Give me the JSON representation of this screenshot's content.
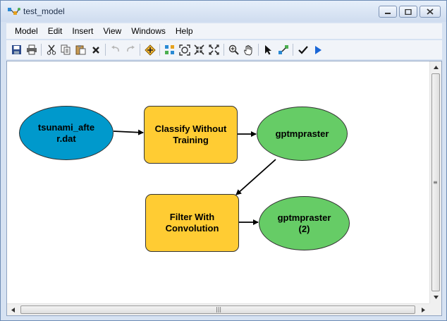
{
  "window": {
    "title": "test_model",
    "controls": [
      "minimize",
      "maximize",
      "close"
    ]
  },
  "menu": [
    "Model",
    "Edit",
    "Insert",
    "View",
    "Windows",
    "Help"
  ],
  "toolbar": {
    "icons": [
      "save-icon",
      "print-icon",
      "cut-icon",
      "copy-icon",
      "paste-icon",
      "delete-icon",
      "undo-icon",
      "redo-icon",
      "add-data-icon",
      "auto-layout-icon",
      "full-extent-icon",
      "fixed-zoom-in-icon",
      "fixed-zoom-out-icon",
      "zoom-in-icon",
      "pan-icon",
      "select-icon",
      "connect-icon",
      "validate-icon",
      "run-icon"
    ]
  },
  "colors": {
    "input_data": "#0099cc",
    "tool": "#ffcc33",
    "output_data": "#66cc66"
  },
  "model": {
    "nodes": [
      {
        "id": "input",
        "kind": "input-data",
        "label_lines": [
          "tsunami_afte",
          "r.dat"
        ]
      },
      {
        "id": "classify",
        "kind": "tool",
        "label_lines": [
          "Classify Without",
          "Training"
        ]
      },
      {
        "id": "out1",
        "kind": "output-data",
        "label_lines": [
          "gptmpraster"
        ]
      },
      {
        "id": "filter",
        "kind": "tool",
        "label_lines": [
          "Filter With",
          "Convolution"
        ]
      },
      {
        "id": "out2",
        "kind": "output-data",
        "label_lines": [
          "gptmpraster",
          "(2)"
        ]
      }
    ],
    "connections": [
      {
        "from": "input",
        "to": "classify"
      },
      {
        "from": "classify",
        "to": "out1"
      },
      {
        "from": "out1",
        "to": "filter"
      },
      {
        "from": "filter",
        "to": "out2"
      }
    ]
  }
}
